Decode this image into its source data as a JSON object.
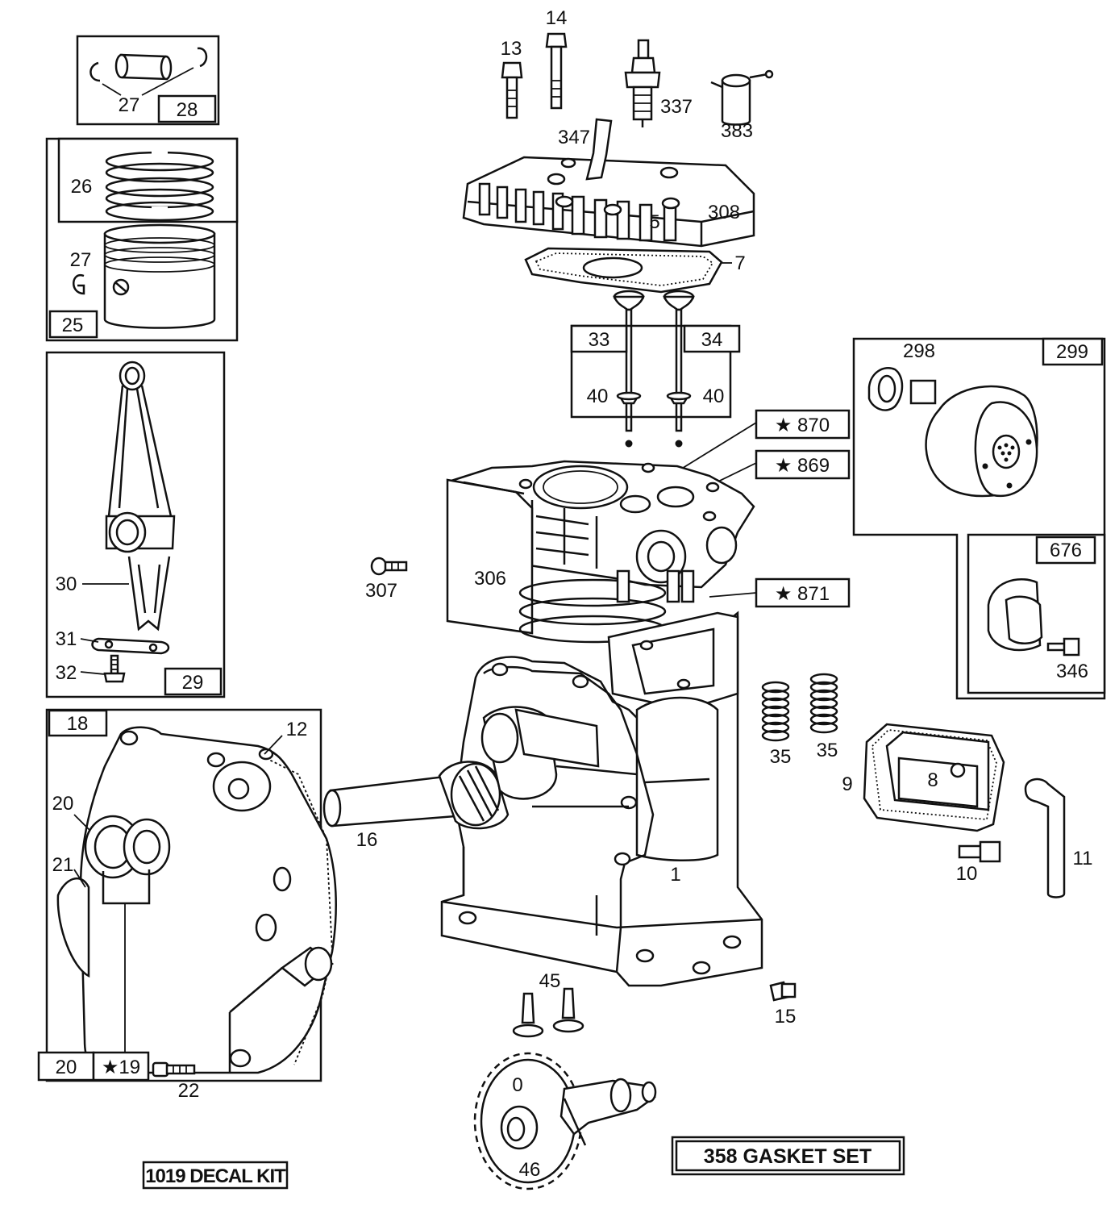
{
  "callouts": {
    "c1": "1",
    "c5": "5",
    "c7": "7",
    "c8": "8",
    "c9": "9",
    "c10": "10",
    "c11": "11",
    "c12": "12",
    "c13": "13",
    "c14": "14",
    "c15": "15",
    "c16": "16",
    "c18": "18",
    "c19": "★19",
    "c20a": "20",
    "c20b": "20",
    "c21": "21",
    "c22": "22",
    "c25": "25",
    "c26": "26",
    "c27a": "27",
    "c27b": "27",
    "c28": "28",
    "c29": "29",
    "c30": "30",
    "c31": "31",
    "c32": "32",
    "c33": "33",
    "c34": "34",
    "c35a": "35",
    "c35b": "35",
    "c40a": "40",
    "c40b": "40",
    "c45": "45",
    "c46": "46",
    "c298": "298",
    "c299": "299",
    "c306": "306",
    "c307": "307",
    "c308": "308",
    "c337": "337",
    "c346": "346",
    "c347": "347",
    "c383": "383",
    "c676": "676",
    "c869": "★ 869",
    "c870": "★ 870",
    "c871": "★ 871"
  },
  "kits": {
    "decal_kit": "1019 DECAL KIT",
    "gasket_set": "358  GASKET SET"
  }
}
